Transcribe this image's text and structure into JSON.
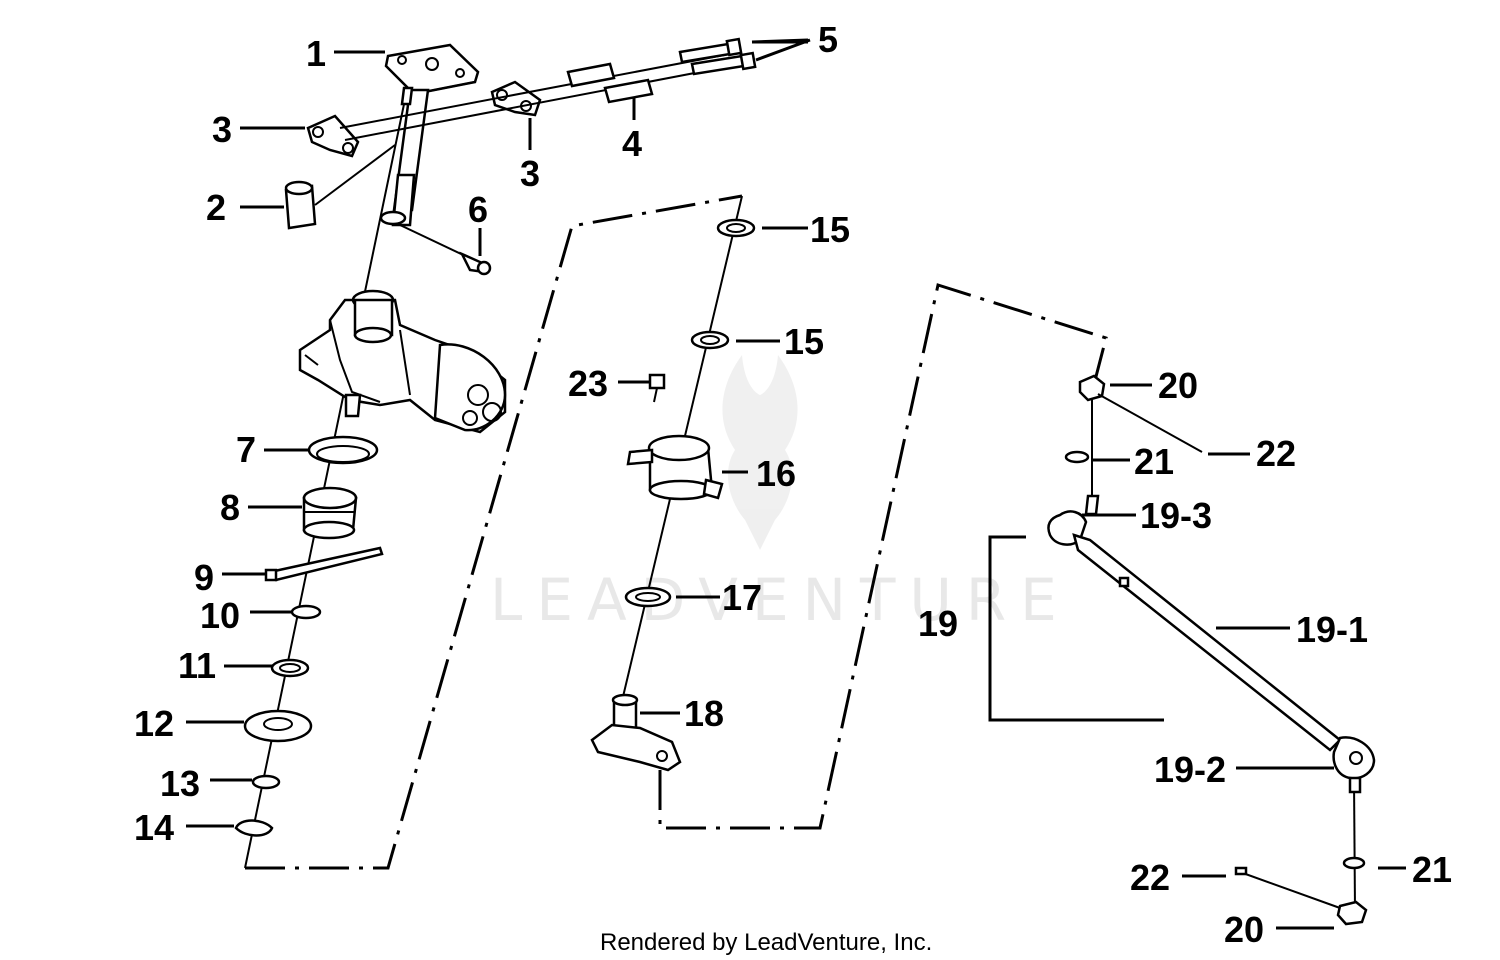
{
  "diagram": {
    "watermark": "LEADVENTURE",
    "footer": "Rendered by LeadVenture, Inc.",
    "callouts": {
      "c1": "1",
      "c2": "2",
      "c3a": "3",
      "c3b": "3",
      "c4": "4",
      "c5": "5",
      "c6": "6",
      "c7": "7",
      "c8": "8",
      "c9": "9",
      "c10": "10",
      "c11": "11",
      "c12": "12",
      "c13": "13",
      "c14": "14",
      "c15a": "15",
      "c15b": "15",
      "c16": "16",
      "c17": "17",
      "c18": "18",
      "c23": "23",
      "c20a": "20",
      "c21a": "21",
      "c22a": "22",
      "c19_3": "19-3",
      "c19": "19",
      "c19_1": "19-1",
      "c19_2": "19-2",
      "c22b": "22",
      "c21b": "21",
      "c20b": "20"
    }
  }
}
